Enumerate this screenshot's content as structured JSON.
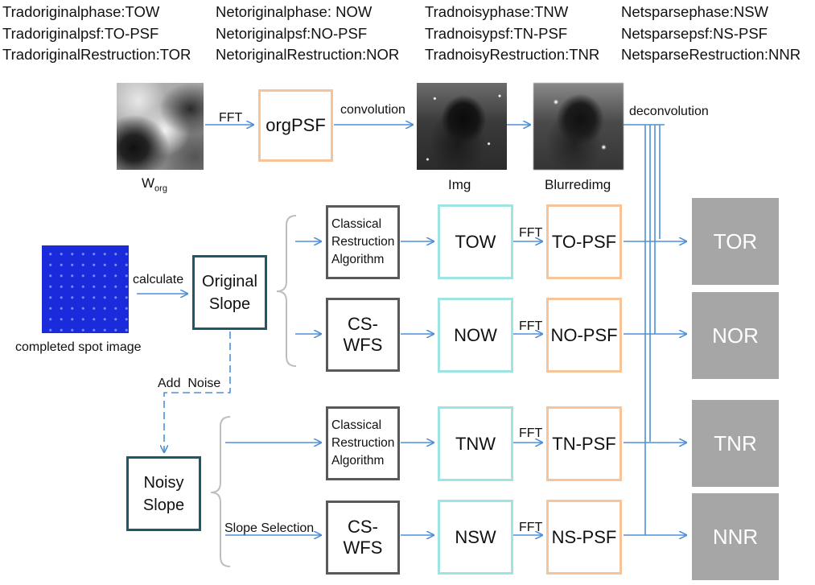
{
  "legend": {
    "col1": [
      "Tradoriginalphase:TOW",
      "Tradoriginalpsf:TO-PSF",
      "TradoriginalRestruction:TOR"
    ],
    "col2": [
      "Netoriginalphase: NOW",
      "Netoriginalpsf:NO-PSF",
      "NetoriginalRestruction:NOR"
    ],
    "col3": [
      "Tradnoisyphase:TNW",
      "Tradnoisypsf:TN-PSF",
      "TradnoisyRestruction:TNR"
    ],
    "col4": [
      "Netsparsephase:NSW",
      "Netsparsepsf:NS-PSF",
      "NetsparseRestruction:NNR"
    ]
  },
  "top_row": {
    "worg_label_main": "W",
    "worg_label_sub": "org",
    "fft_label": "FFT",
    "orgpsf_label": "orgPSF",
    "convolution_label": "convolution",
    "img_label": "Img",
    "blurred_label": "Blurredimg",
    "deconvolution_label": "deconvolution"
  },
  "left": {
    "spot_caption": "completed spot image",
    "calculate_label": "calculate",
    "original_slope_line1": "Original",
    "original_slope_line2": "Slope",
    "add_noise_label": "Add  Noise",
    "noisy_slope_line1": "Noisy",
    "noisy_slope_line2": "Slope",
    "slope_selection_label": "Slope Selection"
  },
  "algorithms": {
    "classical_1": [
      "Classical",
      "Restruction",
      "Algorithm"
    ],
    "cswfs_1": "CS-WFS",
    "classical_2": [
      "Classical",
      "Restruction",
      "Algorithm"
    ],
    "cswfs_2": "CS-WFS"
  },
  "phases": [
    "TOW",
    "NOW",
    "TNW",
    "NSW"
  ],
  "fft_labels": [
    "FFT",
    "FFT",
    "FFT",
    "FFT"
  ],
  "psfs": [
    "TO-PSF",
    "NO-PSF",
    "TN-PSF",
    "NS-PSF"
  ],
  "results": [
    "TOR",
    "NOR",
    "TNR",
    "NNR"
  ],
  "colors": {
    "arrow": "#4f8fd8",
    "orange_border": "#f7c49a",
    "cyan_border": "#9fe3e3",
    "dark_border": "#595959",
    "teal_border": "#1f5968",
    "result_fill": "#a6a6a6",
    "spot_blue": "#1a2bdc"
  },
  "icons": {
    "worg": "phase-screen-image",
    "img": "horsehead-nebula-image",
    "blurred": "blurred-nebula-image",
    "spot": "spot-array-image"
  }
}
